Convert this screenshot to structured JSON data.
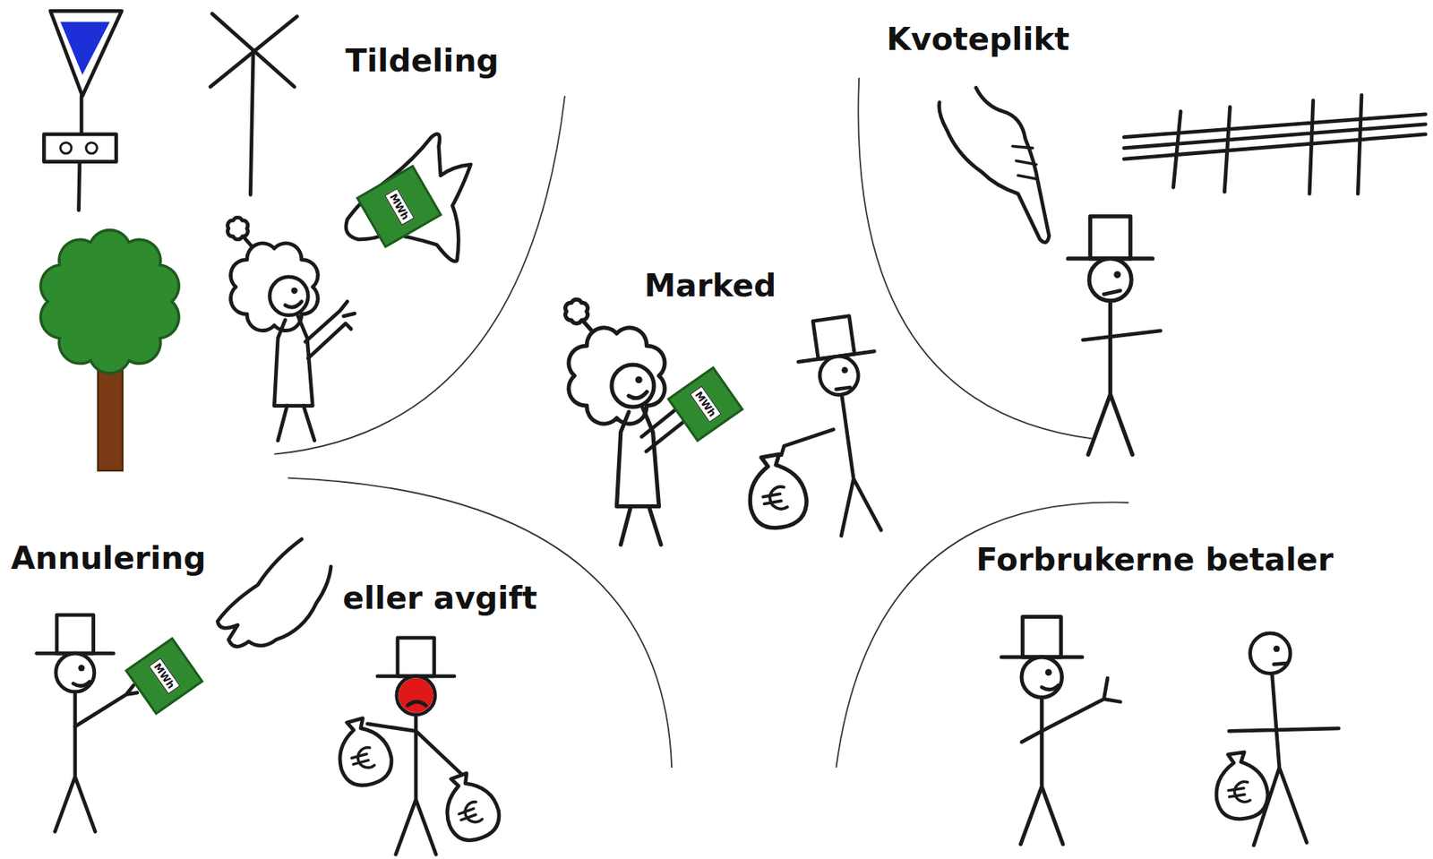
{
  "diagram": {
    "nodes": [
      {
        "text": [
          "MWh"
        ]
      },
      {
        "text": [
          "MWh"
        ]
      },
      {
        "text": [
          "MWh"
        ]
      }
    ],
    "labels": [
      "Tildeling",
      "Kvoteplikt",
      "Marked",
      "Annulering",
      "eller avgift",
      "Forbrukerne betaler"
    ]
  }
}
